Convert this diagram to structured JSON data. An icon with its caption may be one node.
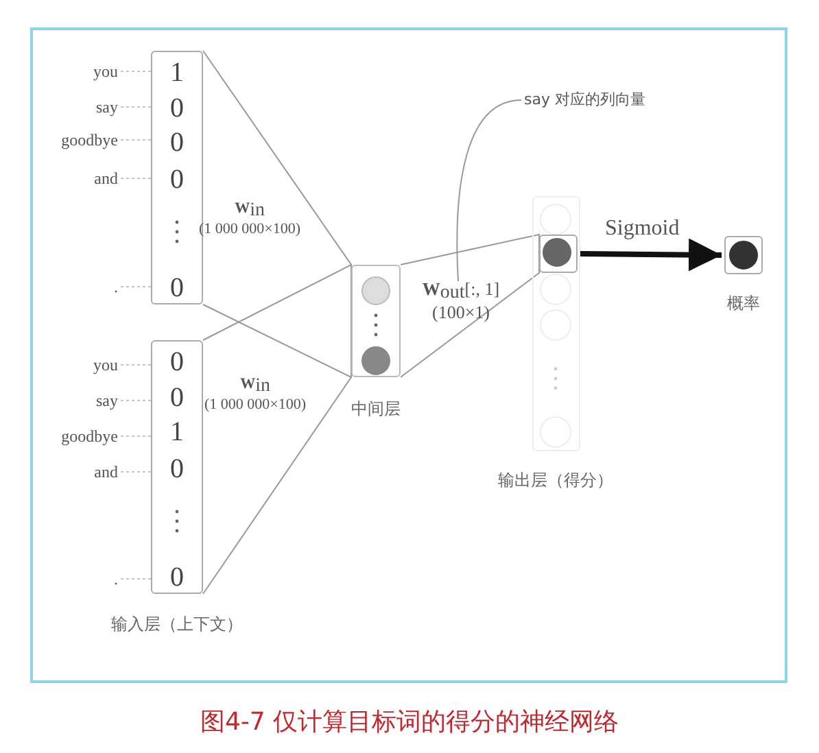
{
  "diagram": {
    "caption": "图4-7 仅计算目标词的得分的神经网络",
    "nodes": [
      {
        "text": [
          "you"
        ]
      },
      {
        "text": [
          "say"
        ]
      },
      {
        "text": [
          "goodbye"
        ]
      },
      {
        "text": [
          "and"
        ]
      },
      {
        "text": [
          "."
        ]
      },
      {
        "text": [
          "1",
          "0",
          "0",
          "0",
          "0"
        ]
      },
      {
        "text": [
          "you"
        ]
      },
      {
        "text": [
          "say"
        ]
      },
      {
        "text": [
          "goodbye"
        ]
      },
      {
        "text": [
          "and"
        ]
      },
      {
        "text": [
          "."
        ]
      },
      {
        "text": [
          "0",
          "0",
          "1",
          "0",
          "0"
        ],
        "beside": [
          "输入层（上下文）"
        ]
      },
      {
        "text": [],
        "shape": "box",
        "beside": [
          "中间层"
        ]
      },
      {
        "text": [
          "say 对应的列向量"
        ]
      },
      {
        "text": [],
        "shape": "box",
        "beside": [
          "输出层（得分）"
        ]
      },
      {
        "text": [],
        "shape": "box",
        "in": 14
      },
      {
        "text": [],
        "shape": "box",
        "beside": [
          "概率"
        ]
      }
    ],
    "edges": [
      {
        "from": 0,
        "to": 5,
        "arrow": "none",
        "style": "dashed"
      },
      {
        "from": 1,
        "to": 5,
        "arrow": "none",
        "style": "dashed"
      },
      {
        "from": 2,
        "to": 5,
        "arrow": "none",
        "style": "dashed"
      },
      {
        "from": 3,
        "to": 5,
        "arrow": "none",
        "style": "dashed"
      },
      {
        "from": 4,
        "to": 5,
        "arrow": "none",
        "style": "dashed"
      },
      {
        "from": 6,
        "to": 11,
        "arrow": "none",
        "style": "dashed"
      },
      {
        "from": 7,
        "to": 11,
        "arrow": "none",
        "style": "dashed"
      },
      {
        "from": 8,
        "to": 11,
        "arrow": "none",
        "style": "dashed"
      },
      {
        "from": 9,
        "to": 11,
        "arrow": "none",
        "style": "dashed"
      },
      {
        "from": 10,
        "to": 11,
        "arrow": "none",
        "style": "dashed"
      },
      {
        "from": 5,
        "to": 12,
        "arrow": "none",
        "label": "**W**$_{in}$ (1 000 000×100)"
      },
      {
        "from": 11,
        "to": 12,
        "arrow": "none",
        "label": "**W**$_{in}$ (1 000 000×100)"
      },
      {
        "from": 12,
        "to": 15,
        "arrow": "none",
        "label": "**W**$_{out}$[:, 1] (100×1)"
      },
      {
        "from": 15,
        "to": 16,
        "arrow": "to",
        "style": "thick",
        "color": "#111111",
        "label": "Sigmoid"
      },
      {
        "from": 13,
        "to": null,
        "arrow": "none"
      }
    ]
  }
}
